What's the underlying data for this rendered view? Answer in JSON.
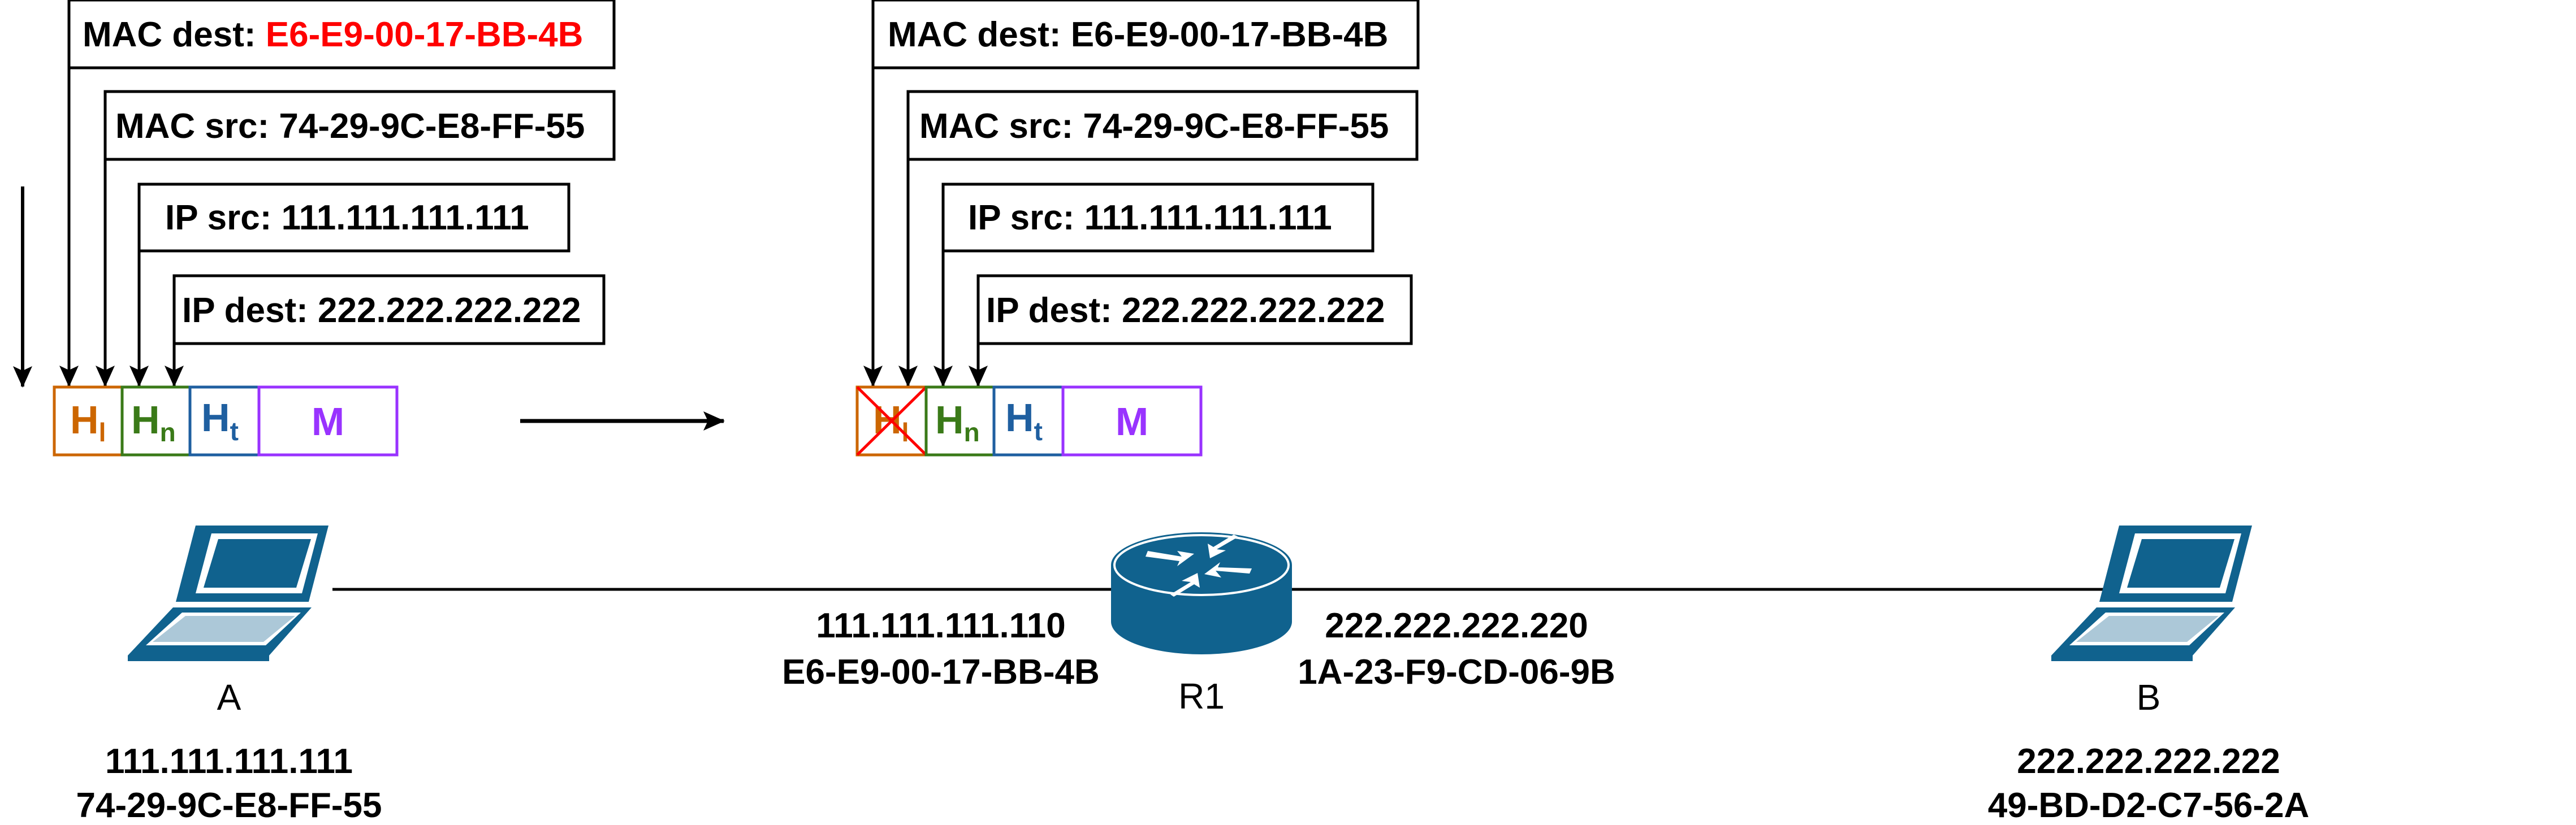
{
  "packet_before": {
    "mac_dest_label": "MAC dest: ",
    "mac_dest_value": "E6-E9-00-17-BB-4B",
    "mac_src": "MAC src: 74-29-9C-E8-FF-55",
    "ip_src": "IP src: 111.111.111.111",
    "ip_dest": "IP dest: 222.222.222.222",
    "fields": {
      "link": "H",
      "link_sub": "l",
      "network": "H",
      "network_sub": "n",
      "transport": "H",
      "transport_sub": "t",
      "message": "M"
    }
  },
  "packet_after": {
    "mac_dest": "MAC dest: E6-E9-00-17-BB-4B",
    "mac_src": "MAC src: 74-29-9C-E8-FF-55",
    "ip_src": "IP src: 111.111.111.111",
    "ip_dest": "IP dest: 222.222.222.222",
    "fields": {
      "link": "H",
      "link_sub": "l",
      "network": "H",
      "network_sub": "n",
      "transport": "H",
      "transport_sub": "t",
      "message": "M"
    }
  },
  "host_a": {
    "name": "A",
    "ip": "111.111.111.111",
    "mac": "74-29-9C-E8-FF-55"
  },
  "router": {
    "name": "R1",
    "left_if_ip": "111.111.111.110",
    "left_if_mac": "E6-E9-00-17-BB-4B",
    "right_if_ip": "222.222.222.220",
    "right_if_mac": "1A-23-F9-CD-06-9B"
  },
  "host_b": {
    "name": "B",
    "ip": "222.222.222.222",
    "mac": "49-BD-D2-C7-56-2A"
  },
  "colors": {
    "link_header": "#CC6600",
    "network_header": "#3A7A18",
    "transport_header": "#1F5FA0",
    "message": "#9933FF",
    "highlight": "#FF0000",
    "device": "#10628E"
  }
}
